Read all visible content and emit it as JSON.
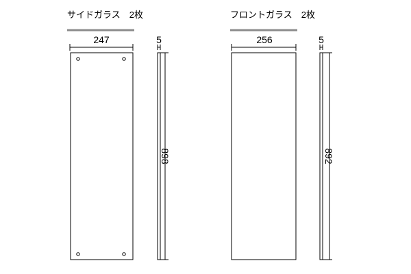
{
  "side_glass": {
    "title": "サイドガラス　2枚",
    "width": "247",
    "thickness": "5",
    "height": "898"
  },
  "front_glass": {
    "title": "フロントガラス　2枚",
    "width": "256",
    "thickness": "5",
    "height": "892"
  },
  "colors": {
    "line": "#000000",
    "title_bar": "#8c8c8c",
    "background": "#ffffff"
  }
}
